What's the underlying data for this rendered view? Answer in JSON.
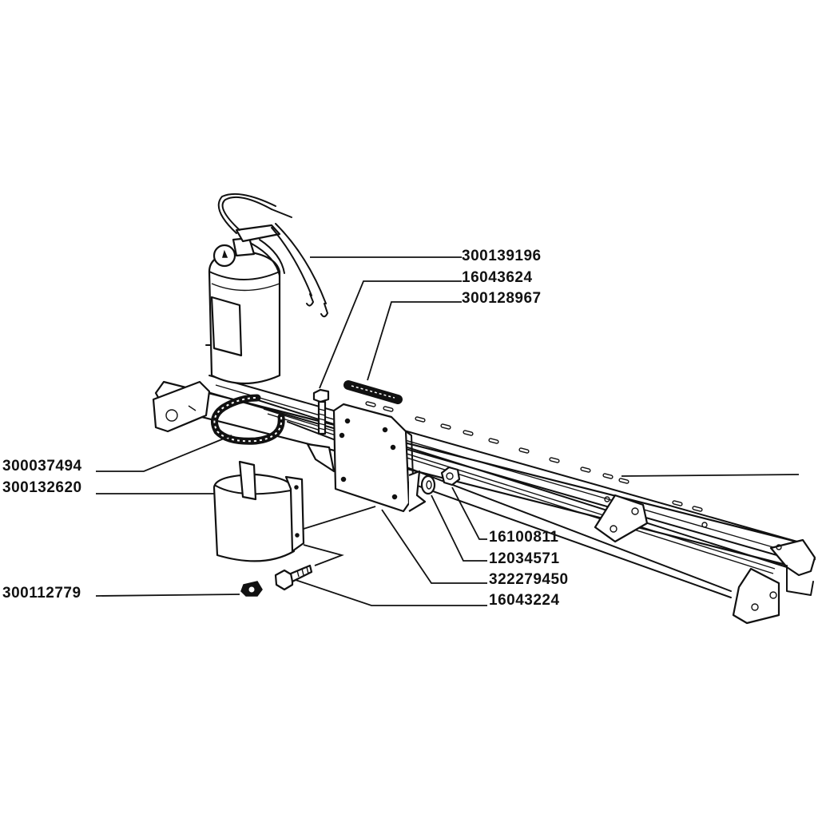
{
  "diagram": {
    "type": "exploded parts diagram",
    "subject": "Fire extinguisher with mounting bracket on chassis beam",
    "background_color": "#ffffff",
    "line_color": "#111111"
  },
  "parts": [
    {
      "id": "p1",
      "number": "300139196",
      "component": "fire-extinguisher",
      "label_side": "right"
    },
    {
      "id": "p2",
      "number": "16043624",
      "component": "vertical-bolt",
      "label_side": "right"
    },
    {
      "id": "p3",
      "number": "300128967",
      "component": "rubber-strip",
      "label_side": "right"
    },
    {
      "id": "p4",
      "number": "300037494",
      "component": "rubber-ring",
      "label_side": "left"
    },
    {
      "id": "p5",
      "number": "300132620",
      "component": "clamp-band",
      "label_side": "left"
    },
    {
      "id": "p6",
      "number": "300112779",
      "component": "nut",
      "label_side": "left"
    },
    {
      "id": "p7",
      "number": "16100811",
      "component": "hex-nut",
      "label_side": "right"
    },
    {
      "id": "p8",
      "number": "12034571",
      "component": "washer",
      "label_side": "right"
    },
    {
      "id": "p9",
      "number": "322279450",
      "component": "mounting-plate",
      "label_side": "right"
    },
    {
      "id": "p10",
      "number": "16043224",
      "component": "horizontal-bolt",
      "label_side": "right"
    }
  ]
}
